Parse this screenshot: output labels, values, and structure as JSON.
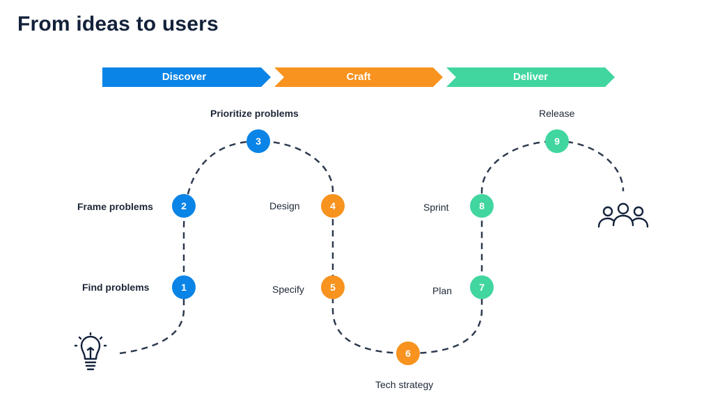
{
  "title": "From ideas to users",
  "phases": [
    {
      "label": "Discover",
      "color": "#0a84e6"
    },
    {
      "label": "Craft",
      "color": "#f7931e"
    },
    {
      "label": "Deliver",
      "color": "#41d6a0"
    }
  ],
  "steps": [
    {
      "number": "1",
      "label": "Find problems",
      "phase": "Discover"
    },
    {
      "number": "2",
      "label": "Frame problems",
      "phase": "Discover"
    },
    {
      "number": "3",
      "label": "Prioritize problems",
      "phase": "Discover"
    },
    {
      "number": "4",
      "label": "Design",
      "phase": "Craft"
    },
    {
      "number": "5",
      "label": "Specify",
      "phase": "Craft"
    },
    {
      "number": "6",
      "label": "Tech strategy",
      "phase": "Craft"
    },
    {
      "number": "7",
      "label": "Plan",
      "phase": "Deliver"
    },
    {
      "number": "8",
      "label": "Sprint",
      "phase": "Deliver"
    },
    {
      "number": "9",
      "label": "Release",
      "phase": "Deliver"
    }
  ],
  "icons": {
    "start": "lightbulb-icon",
    "end": "users-icon"
  },
  "path_color": "#2e3a4f"
}
